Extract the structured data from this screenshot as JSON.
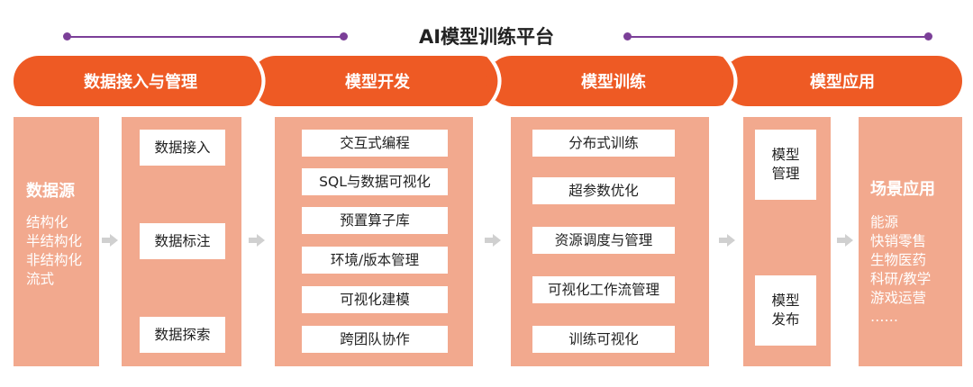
{
  "title": "AI模型训练平台",
  "colors": {
    "accent": "#ee5a24",
    "panel": "#f2a98e",
    "line": "#7b3f98",
    "arrow": "#d0d0d0"
  },
  "phases": [
    "数据接入与管理",
    "模型开发",
    "模型训练",
    "模型应用"
  ],
  "data_source": {
    "heading": "数据源",
    "items": [
      "结构化",
      "半结构化",
      "非结构化",
      "流式"
    ]
  },
  "data_steps": [
    "数据接入",
    "数据标注",
    "数据探索"
  ],
  "dev_steps": [
    "交互式编程",
    "SQL与数据可视化",
    "预置算子库",
    "环境/版本管理",
    "可视化建模",
    "跨团队协作"
  ],
  "train_steps": [
    "分布式训练",
    "超参数优化",
    "资源调度与管理",
    "可视化工作流管理",
    "训练可视化"
  ],
  "model_steps": [
    "模型\n管理",
    "模型\n发布"
  ],
  "scenes": {
    "heading": "场景应用",
    "items": [
      "能源",
      "快销零售",
      "生物医药",
      "科研/教学",
      "游戏运营",
      "……"
    ]
  }
}
